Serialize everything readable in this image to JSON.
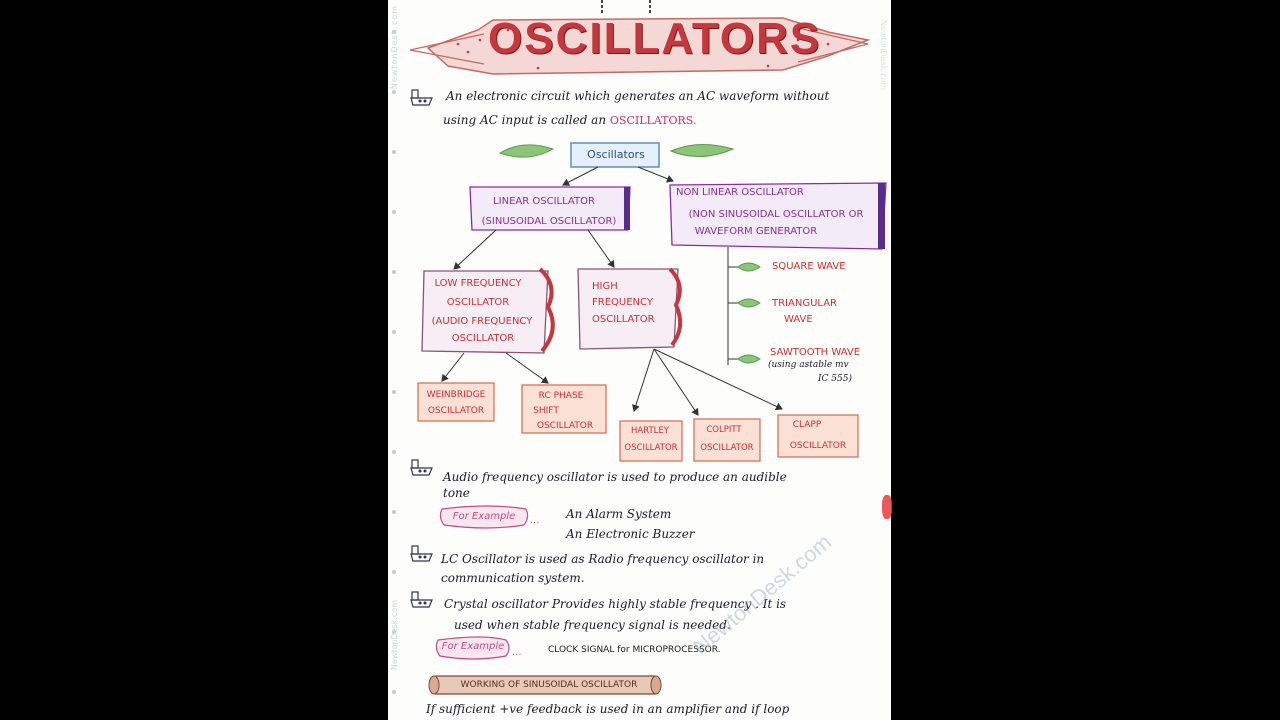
{
  "page": {
    "title": "OSCILLATORS",
    "watermark": "NewtonDesk.com",
    "intro": {
      "line1": "An electronic circuit which generates an AC waveform without",
      "line2_prefix": "using AC input is called an",
      "line2_highlight": "OSCILLATORS."
    },
    "diagram": {
      "root": "Oscillators",
      "linear": {
        "line1": "LINEAR OSCILLATOR",
        "line2": "(SINUSOIDAL OSCILLATOR)"
      },
      "nonlinear": {
        "line1": "NON LINEAR OSCILLATOR",
        "line2": "(NON SINUSOIDAL OSCILLATOR OR",
        "line3": "WAVEFORM GENERATOR"
      },
      "low_freq": {
        "line1": "LOW FREQUENCY",
        "line2": "OSCILLATOR",
        "line3": "(AUDIO FREQUENCY",
        "line4": "OSCILLATOR"
      },
      "high_freq": {
        "line1": "HIGH",
        "line2": "FREQUENCY",
        "line3": "OSCILLATOR"
      },
      "waves": {
        "square": "SQUARE WAVE",
        "triangular1": "TRIANGULAR",
        "triangular2": "WAVE",
        "sawtooth": "SAWTOOTH WAVE",
        "sawtooth_note1": "(using astable mv",
        "sawtooth_note2": "IC 555)"
      },
      "leaves": {
        "weinbridge1": "WEINBRIDGE",
        "weinbridge2": "OSCILLATOR",
        "rc1": "RC PHASE",
        "rc2": "SHIFT",
        "rc3": "OSCILLATOR",
        "hartley1": "HARTLEY",
        "hartley2": "OSCILLATOR",
        "colpitt1": "COLPITT",
        "colpitt2": "OSCILLATOR",
        "clapp1": "CLAPP",
        "clapp2": "OSCILLATOR"
      }
    },
    "notes": [
      {
        "line1": "Audio frequency oscillator is used to produce an audible",
        "line2": "tone"
      },
      {
        "line1": "LC Oscillator is used as Radio frequency oscillator in",
        "line2": "communication system."
      },
      {
        "line1": "Crystal oscillator Provides highly stable frequency . It is",
        "line2": "used when stable frequency signal is needed."
      }
    ],
    "example1": {
      "label": "For Example",
      "item1": "An Alarm System",
      "item2": "An Electronic Buzzer"
    },
    "example2": {
      "label": "For Example",
      "text": "CLOCK SIGNAL for MICROPROCESSOR."
    },
    "working": {
      "banner": "WORKING OF SINUSOIDAL OSCILLATOR",
      "line": "If sufficient +ve feedback is used in an amplifier and if loop"
    },
    "icons": [
      "ship-icon"
    ],
    "colors": {
      "title_red": "#c4383d",
      "purple": "#8a2d9c",
      "red": "#cc3034",
      "blue": "#2b4c8c",
      "green": "#7bb26a"
    }
  }
}
